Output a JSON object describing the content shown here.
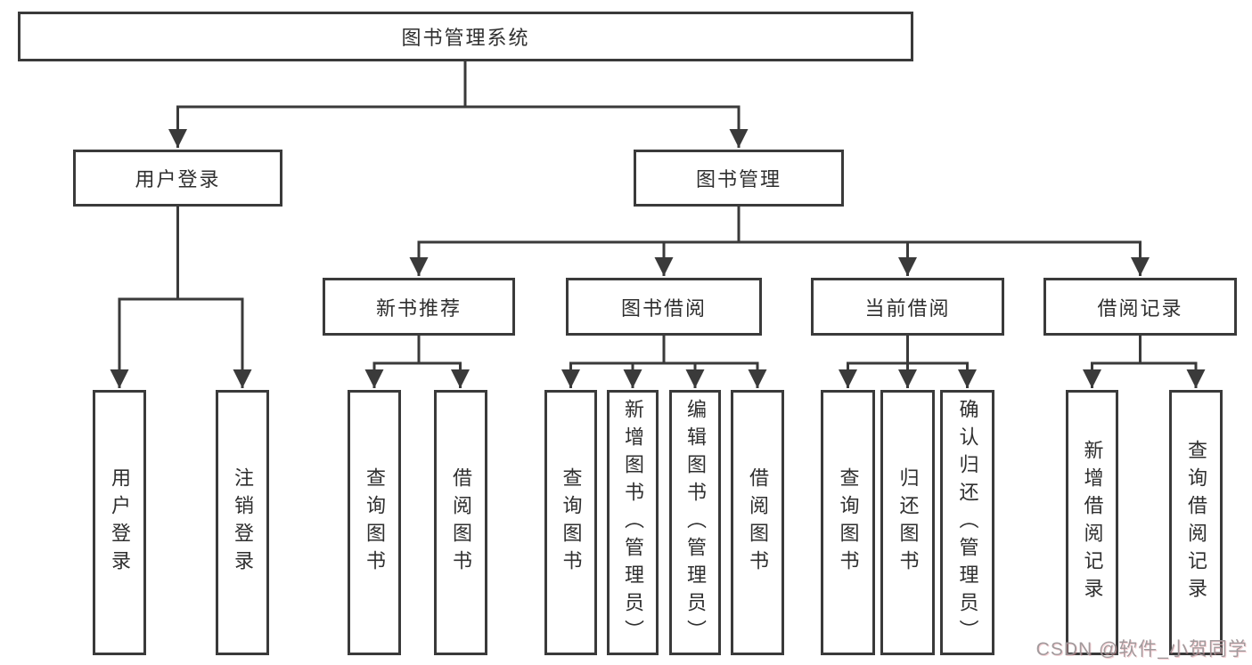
{
  "diagram": {
    "root": {
      "label": "图书管理系统"
    },
    "level2": [
      {
        "label": "用户登录"
      },
      {
        "label": "图书管理"
      }
    ],
    "level3": [
      {
        "label": "新书推荐"
      },
      {
        "label": "图书借阅"
      },
      {
        "label": "当前借阅"
      },
      {
        "label": "借阅记录"
      }
    ],
    "leaves": [
      {
        "label": "用户登录"
      },
      {
        "label": "注销登录"
      },
      {
        "label": "查询图书"
      },
      {
        "label": "借阅图书"
      },
      {
        "label": "查询图书"
      },
      {
        "label": "新增图书（管理员）"
      },
      {
        "label": "编辑图书（管理员）"
      },
      {
        "label": "借阅图书"
      },
      {
        "label": "查询图书"
      },
      {
        "label": "归还图书"
      },
      {
        "label": "确认归还（管理员）"
      },
      {
        "label": "新增借阅记录"
      },
      {
        "label": "查询借阅记录"
      }
    ],
    "colors": {
      "line": "#3a3a3a",
      "box_background": "#ffffff",
      "text": "#2f2f2f"
    }
  },
  "watermark": {
    "text": "CSDN @软件_小贺同学",
    "color": "#9c9597"
  }
}
